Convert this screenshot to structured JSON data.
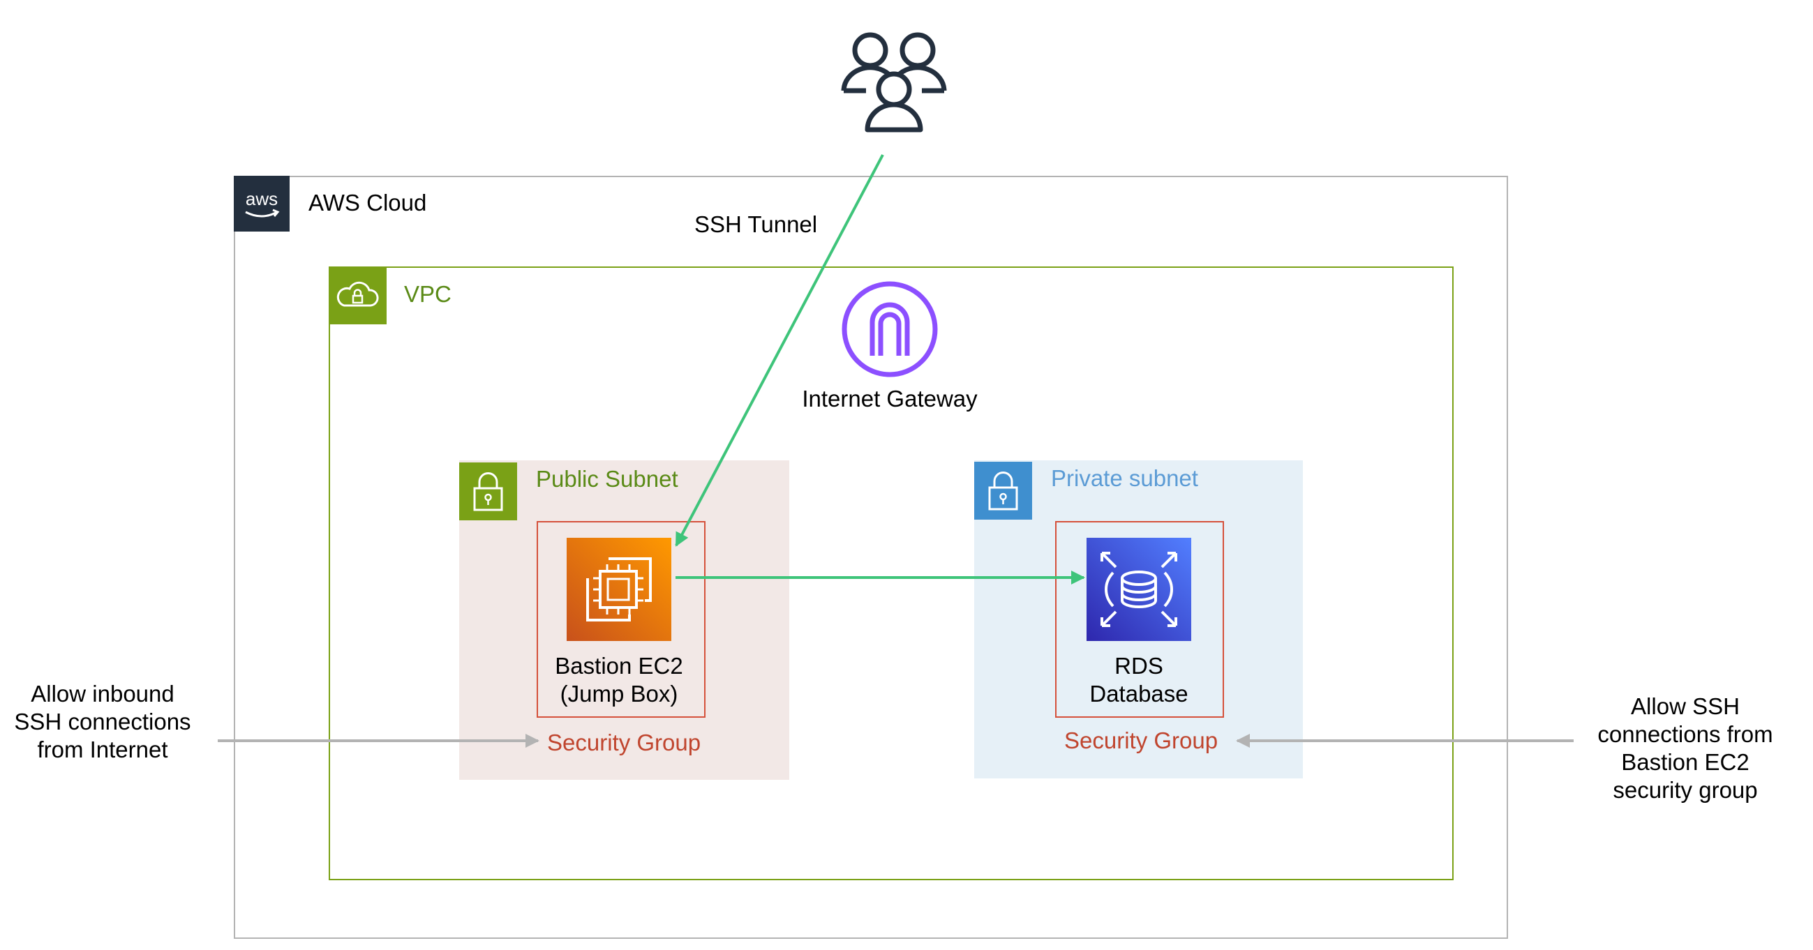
{
  "diagram": {
    "users_icon": "users-group-icon",
    "aws_cloud": {
      "label": "AWS Cloud",
      "logo_text": "aws",
      "border_color": "#b3b3b3",
      "logo_bg": "#232f3e"
    },
    "ssh_tunnel_label": "SSH Tunnel",
    "vpc": {
      "label": "VPC",
      "color": "#7aa116",
      "icon": "vpc-cloud-lock-icon"
    },
    "internet_gateway": {
      "label": "Internet Gateway",
      "icon": "internet-gateway-icon",
      "color": "#8c4fff"
    },
    "public_subnet": {
      "label": "Public Subnet",
      "color": "#7aa116",
      "bg": "#f2e8e6",
      "icon": "lock-icon"
    },
    "private_subnet": {
      "label": "Private subnet",
      "color": "#3f8fcf",
      "bg": "#e6f0f7",
      "icon": "lock-icon"
    },
    "bastion": {
      "line1": "Bastion EC2",
      "line2": "(Jump Box)",
      "icon": "ec2-chip-icon",
      "color": "#ed7100"
    },
    "rds": {
      "line1": "RDS",
      "line2": "Database",
      "icon": "rds-database-icon",
      "color": "#3b48cc"
    },
    "security_group_label_left": "Security Group",
    "security_group_label_right": "Security Group",
    "security_group_color": "#d5503a",
    "note_left": {
      "line1": "Allow inbound",
      "line2": "SSH connections",
      "line3": "from Internet"
    },
    "note_right": {
      "line1": "Allow SSH",
      "line2": "connections from",
      "line3": "Bastion EC2",
      "line4": "security group"
    },
    "ssh_arrow_color": "#3ec47a",
    "note_arrow_color": "#b3b3b3"
  }
}
